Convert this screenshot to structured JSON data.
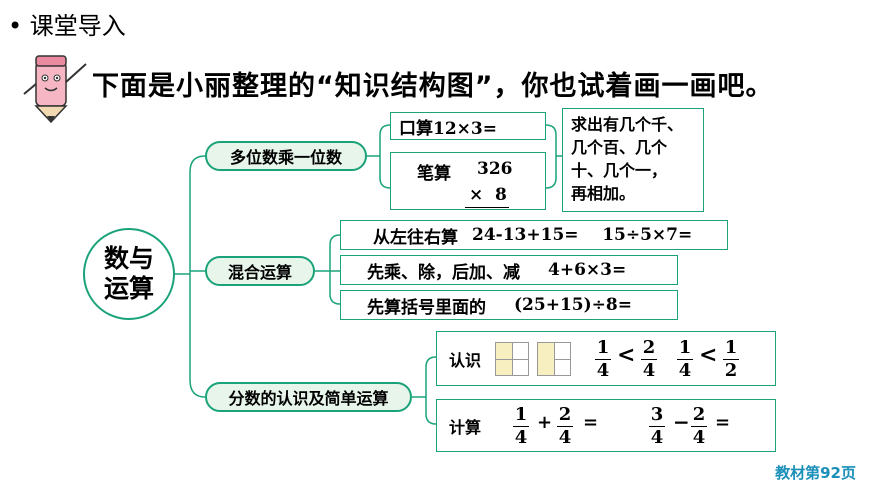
{
  "header": {
    "bullet": "•",
    "title": "课堂导入"
  },
  "intro": {
    "text": "下面是小丽整理的“知识结构图”，你也试着画一画吧。"
  },
  "mindmap": {
    "root": {
      "line1": "数与",
      "line2": "运算"
    },
    "branch1": {
      "label": "多位数乘一位数",
      "oral": "口算12×3=",
      "written_label": "笔算",
      "written_top": "326",
      "written_op": "×",
      "written_bottom": "8",
      "note": {
        "line1": "求出有几个千、",
        "line2": "几个百、几个",
        "line3": "十、几个一，",
        "line4": "再相加。"
      }
    },
    "branch2": {
      "label": "混合运算",
      "rule1": "从左往右算",
      "rule1_expr": "24-13+15=    15÷5×7=",
      "rule2": "先乘、除，后加、减",
      "rule2_expr": "4+6×3=",
      "rule3": "先算括号里面的",
      "rule3_expr": "(25+15)÷8="
    },
    "branch3": {
      "label": "分数的认识及简单运算",
      "know_label": "认识",
      "compare": {
        "a_num": "1",
        "a_den": "4",
        "b_num": "2",
        "b_den": "4",
        "c_num": "1",
        "c_den": "4",
        "d_num": "1",
        "d_den": "2",
        "lt": "<"
      },
      "calc_label": "计算",
      "add": {
        "a_num": "1",
        "a_den": "4",
        "op": "+",
        "b_num": "2",
        "b_den": "4",
        "eq": "="
      },
      "sub": {
        "a_num": "3",
        "a_den": "4",
        "op": "−",
        "b_num": "2",
        "b_den": "4",
        "eq": "="
      }
    }
  },
  "footer": {
    "text": "教材第92页"
  },
  "colors": {
    "accent": "#1aa37a",
    "pill_bg": "#e7f5ea",
    "footer": "#1a8fb8",
    "cell_fill": "#f7efbf"
  }
}
